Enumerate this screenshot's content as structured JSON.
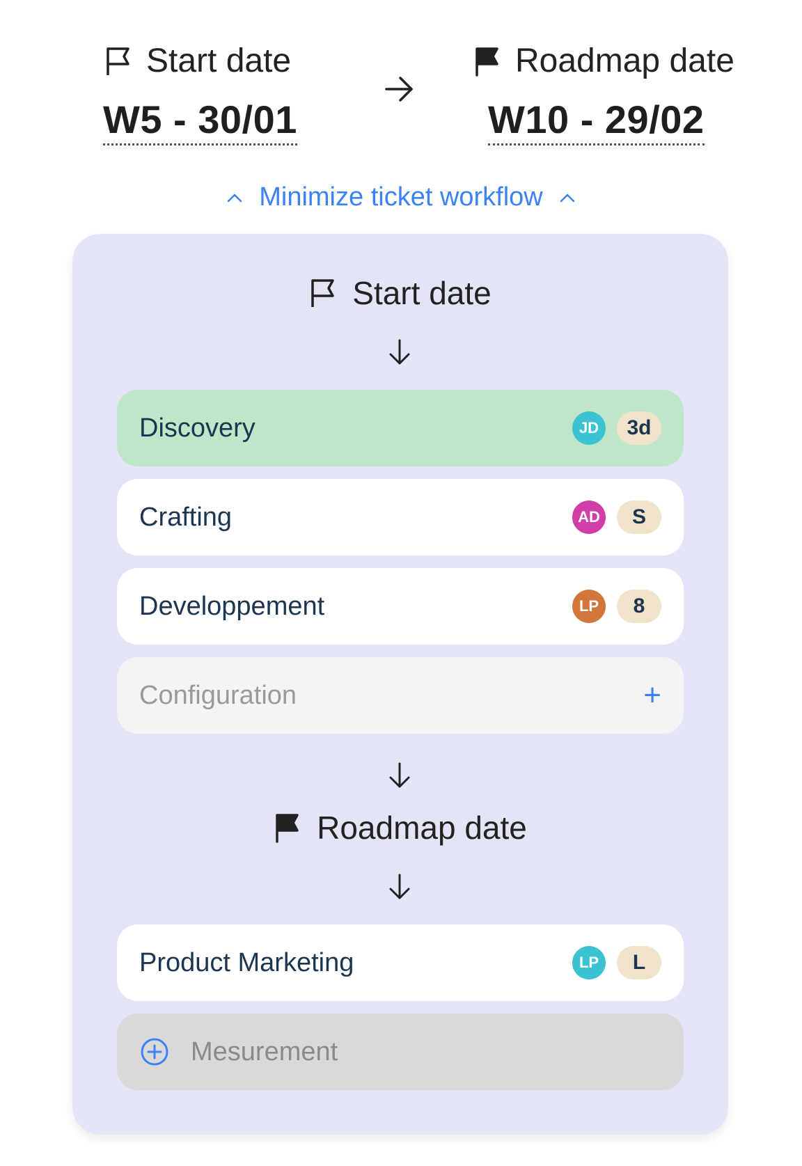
{
  "header": {
    "start_label": "Start date",
    "start_value": "W5 - 30/01",
    "roadmap_label": "Roadmap date",
    "roadmap_value": "W10 - 29/02"
  },
  "toggle": {
    "label": "Minimize ticket workflow"
  },
  "workflow": {
    "start_label": "Start date",
    "roadmap_label": "Roadmap date",
    "steps_before": [
      {
        "name": "Discovery",
        "avatar": "JD",
        "avatar_color": "#3cc3d2",
        "badge": "3d"
      },
      {
        "name": "Crafting",
        "avatar": "AD",
        "avatar_color": "#d23ea8",
        "badge": "S"
      },
      {
        "name": "Developpement",
        "avatar": "LP",
        "avatar_color": "#d2763c",
        "badge": "8"
      }
    ],
    "config_step": {
      "name": "Configuration",
      "action": "+"
    },
    "steps_after": [
      {
        "name": "Product Marketing",
        "avatar": "LP",
        "avatar_color": "#3cc3d2",
        "badge": "L"
      }
    ],
    "add_step": {
      "name": "Mesurement"
    }
  },
  "colors": {
    "accent": "#3b82f6",
    "panel_bg": "#e3e5f6",
    "active_step_bg": "#bfe6c9",
    "badge_bg": "#f1e3c9"
  }
}
